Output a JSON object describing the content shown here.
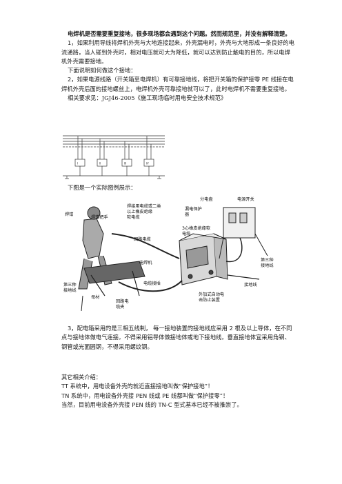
{
  "title": "电焊机是否需要重复接地，很多现场都会遇到这个问题。然而规范里，并没有解释清楚。",
  "p1": "1，如果利用导线将焊机外壳与大地连接起来，外壳漏电时，外壳与大地形成一条良好的电流通路，当人碰到外壳时，相对电压就可大为降低，就可以达到防止触电的目的，所以电焊机外壳需要接地。",
  "p_intro": "下面说明如何做这个接地：",
  "p2": "2，如果电源线路（开关箱至电焊机）有可靠接地线，将把开关箱的保护接零 PE 线接在电焊机外壳后面的接地螺丝上，电焊机外壳可靠接地就可以了，此时电焊机不需要重复接地。",
  "p_ref": "相关要求见：JGJ46-2005《施工现场临时用电安全技术规范》",
  "p_example": "下图是一个实际图例展示：",
  "figure_labels": {
    "pliers": "焊钳",
    "pliers_handle": "焊钳把手",
    "cable_note": "焊接用电缆或二类以上橡皮绝缘软电缆",
    "return_cable": "回路电缆",
    "welder": "电焊机",
    "cable_joint": "电缆接插",
    "ground_third": "第三种接地线",
    "workpiece": "母材",
    "clamp": "回路电缆夹",
    "branch": "分电盘",
    "leak_breaker": "漏电保护器",
    "power_switch": "电源开关",
    "core_cable": "3心橡皮绝缘软电缆",
    "ground_third_right": "第三种接地线",
    "ground_line": "接地线",
    "auto_device": "外加式自动电击防止装置"
  },
  "schematic_labels": [
    "Ⅰ",
    "Ⅱ",
    "Ⅲ",
    "Ⅳ"
  ],
  "p3": "3，配电箱采用的是三相五线制， 每一接地装置的接地线应采用 2 根及以上导体，在不同点与接地体做电气连接。不得采用铝导体做接地体或地下接地线。垂直接地体宜采用角钢、钢管或光面圆钢，不得采用螺纹钢。",
  "other_title": "其它相关介绍：",
  "tt": "TT 系统中，用电设备外壳的就近直接接地叫做“保护接地”！",
  "tn": "TN 系统中，用电设备外壳接 PEN 线或 PE 线都叫做“保护接零”！",
  "tnc": "当然，目前用电设备外壳接 PEN 线的 TN-C 型式基本已经不被推崇了。"
}
